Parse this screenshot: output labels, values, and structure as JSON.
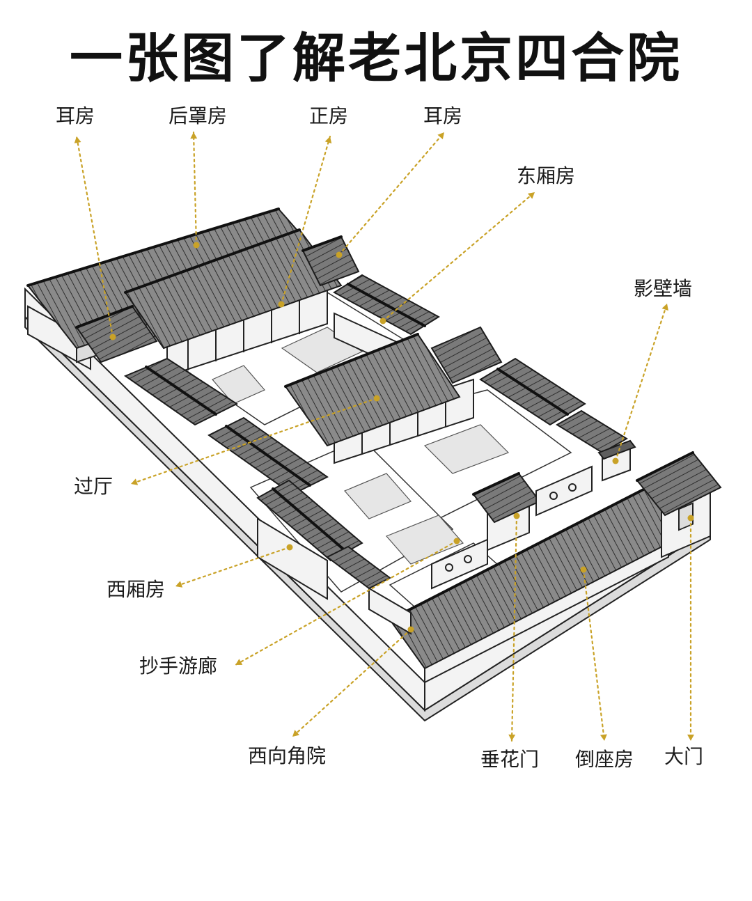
{
  "title": "一张图了解老北京四合院",
  "colors": {
    "accent": "#c9a227",
    "ink": "#1a1a1a"
  },
  "labels": [
    {
      "id": "er-fang-west",
      "text": "耳房"
    },
    {
      "id": "hou-zhao-fang",
      "text": "后罩房"
    },
    {
      "id": "zheng-fang",
      "text": "正房"
    },
    {
      "id": "er-fang-east",
      "text": "耳房"
    },
    {
      "id": "dong-xiang-fang",
      "text": "东厢房"
    },
    {
      "id": "ying-bi-qiang",
      "text": "影壁墙"
    },
    {
      "id": "guo-ting",
      "text": "过厅"
    },
    {
      "id": "xi-xiang-fang",
      "text": "西厢房"
    },
    {
      "id": "chao-shou-you-lang",
      "text": "抄手游廊"
    },
    {
      "id": "xi-xiang-jiao-yuan",
      "text": "西向角院"
    },
    {
      "id": "chui-hua-men",
      "text": "垂花门"
    },
    {
      "id": "dao-zuo-fang",
      "text": "倒座房"
    },
    {
      "id": "da-men",
      "text": "大门"
    }
  ]
}
